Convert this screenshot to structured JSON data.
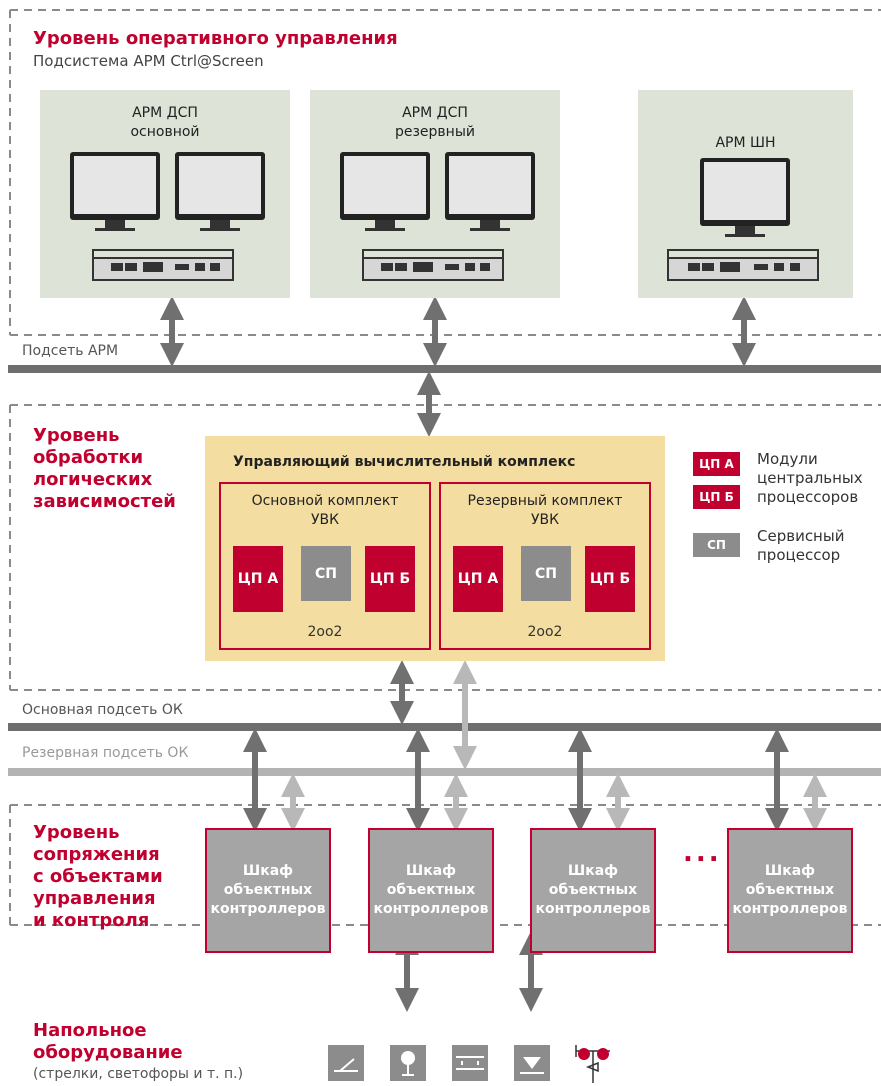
{
  "levels": {
    "operational": {
      "title": "Уровень оперативного управления",
      "subtitle": "Подсистема АРМ Ctrl@Screen"
    },
    "logic": {
      "title_lines": [
        "Уровень",
        "обработки",
        "логических",
        "зависимостей"
      ]
    },
    "interface": {
      "title_lines": [
        "Уровень",
        "сопряжения",
        "с объектами",
        "управления",
        "и контроля"
      ]
    },
    "field": {
      "title_lines": [
        "Напольное",
        "оборудование"
      ],
      "note": "(стрелки, светофоры и т. п.)"
    }
  },
  "workstations": [
    {
      "line1": "АРМ ДСП",
      "line2": "основной",
      "monitors": 2
    },
    {
      "line1": "АРМ ДСП",
      "line2": "резервный",
      "monitors": 2
    },
    {
      "line1": "АРМ ШН",
      "line2": "",
      "monitors": 1
    }
  ],
  "networks": {
    "arm": "Подсеть АРМ",
    "main": "Основная подсеть ОК",
    "reserve": "Резервная подсеть ОК"
  },
  "uvk": {
    "title": "Управляющий вычислительный комплекс",
    "sets": [
      {
        "title_line1": "Основной комплект",
        "title_line2": "УВК",
        "cpu_a": "ЦП А",
        "sp": "СП",
        "cpu_b": "ЦП Б",
        "footer": "2oo2"
      },
      {
        "title_line1": "Резервный комплект",
        "title_line2": "УВК",
        "cpu_a": "ЦП А",
        "sp": "СП",
        "cpu_b": "ЦП Б",
        "footer": "2oo2"
      }
    ]
  },
  "legend": {
    "cpu_a": "ЦП А",
    "cpu_b": "ЦП Б",
    "cpu_text": [
      "Модули",
      "центральных",
      "процессоров"
    ],
    "sp": "СП",
    "sp_text": [
      "Сервисный",
      "процессор"
    ]
  },
  "cabinet_label": [
    "Шкаф",
    "объектных",
    "контроллеров"
  ],
  "ellipsis": "...",
  "field_icons": [
    "switch-icon",
    "signal-icon",
    "track-circuit-icon",
    "crossing-icon",
    "semaphore-icon"
  ],
  "colors": {
    "accent": "#c0002e",
    "workstation_bg": "#dde3d6",
    "uvk_bg": "#f3dda0",
    "main_net": "#6e6e6e",
    "reserve_net": "#b3b3b3",
    "cabinet": "#a5a5a5"
  }
}
